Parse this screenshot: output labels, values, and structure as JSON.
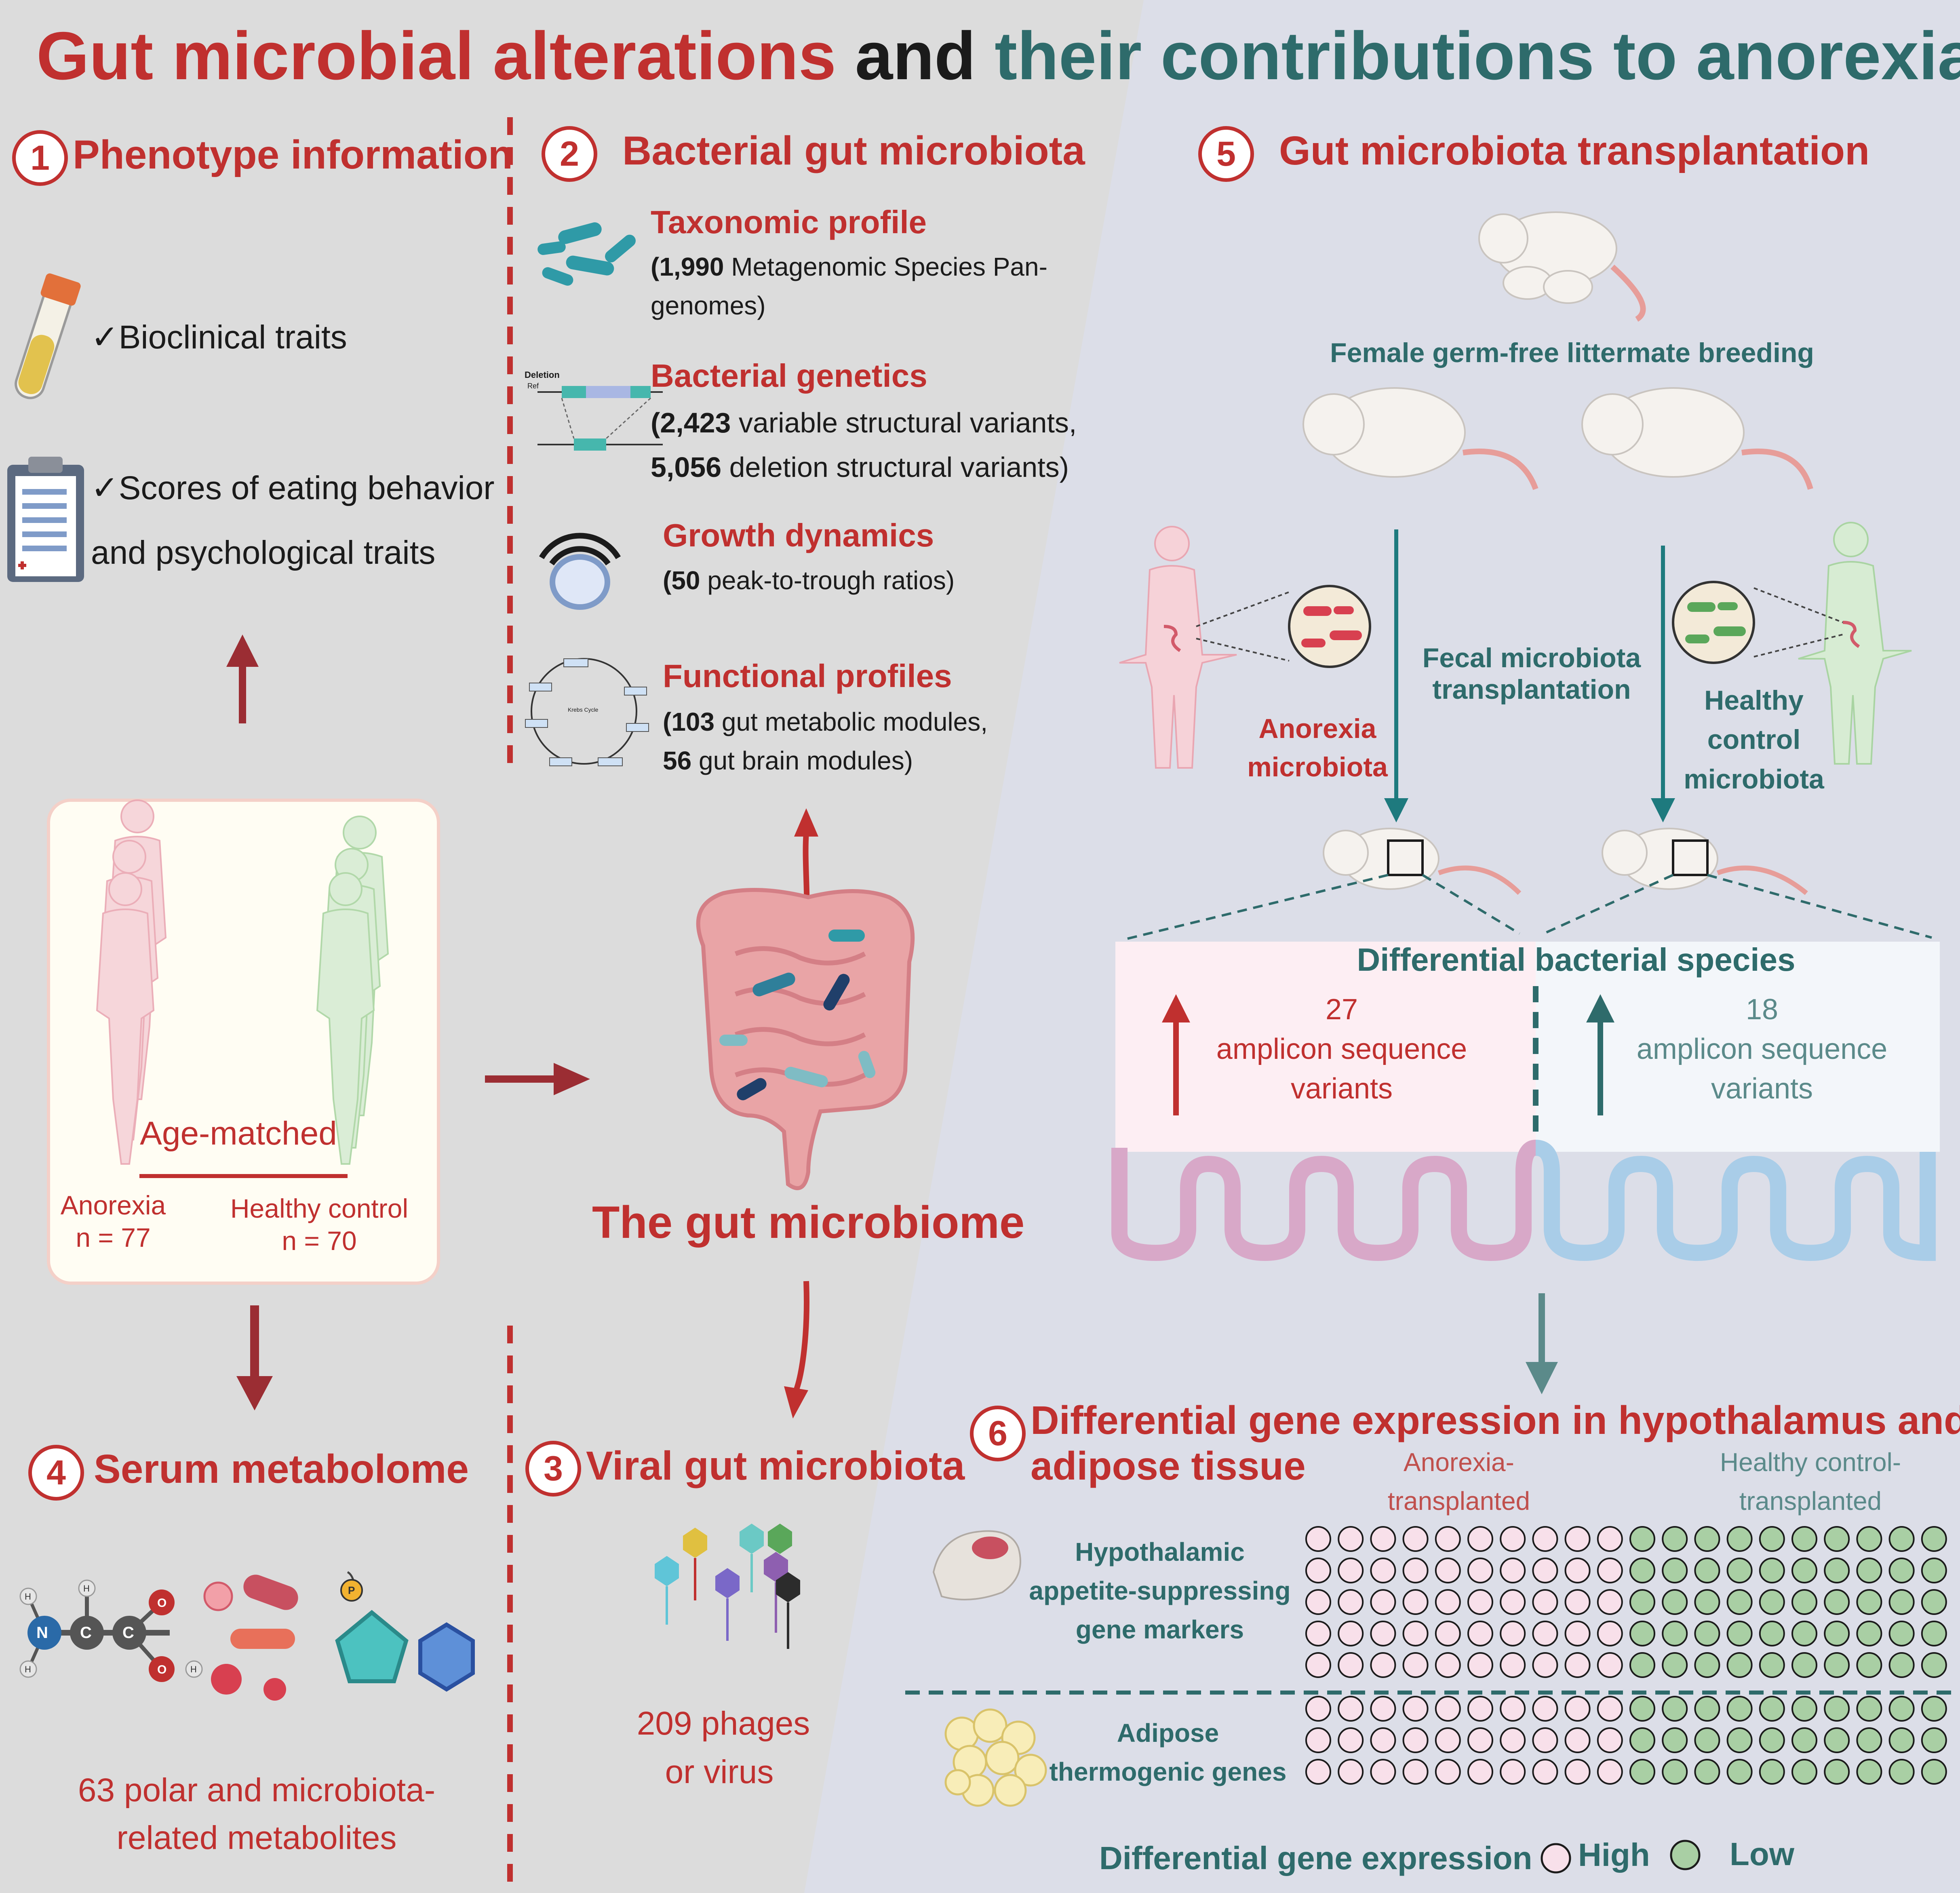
{
  "title": {
    "part1": "Gut microbial alterations",
    "part2": "and",
    "part3": "their contributions to anorexia"
  },
  "colors": {
    "red": "#c0302f",
    "teal": "#2e6b6b",
    "dark": "#1b1b1b",
    "left_bg": "#dcdcdc",
    "right_bg": "#dcdee8",
    "pink": "#f7dde4",
    "green": "#a9cfa4"
  },
  "section1": {
    "num": "1",
    "title": "Phenotype information",
    "item1": "✓Bioclinical traits",
    "item2_line1": "✓Scores of eating behavior",
    "item2_line2": "and psychological traits"
  },
  "cohort": {
    "label": "Age-matched",
    "anorexia_label": "Anorexia",
    "anorexia_n": "n = 77",
    "control_label": "Healthy control",
    "control_n": "n = 70"
  },
  "section2": {
    "num": "2",
    "title": "Bacterial gut microbiota",
    "taxonomic": {
      "title": "Taxonomic profile",
      "l1_bold": "(1,990",
      "l1_rest": "  Metagenomic Species Pan-",
      "l2": "genomes)"
    },
    "genetics": {
      "title": "Bacterial genetics",
      "l1_bold": "(2,423",
      "l1_rest": " variable structural variants,",
      "l2_bold": "5,056",
      "l2_rest": " deletion structural variants)",
      "icon_label1": "Deletion",
      "icon_label2": "Ref"
    },
    "growth": {
      "title": "Growth dynamics",
      "l1_bold": "(50",
      "l1_rest": " peak-to-trough ratios)"
    },
    "functional": {
      "title": "Functional profiles",
      "l1_bold": "(103",
      "l1_rest": " gut metabolic modules,",
      "l2_bold": "56",
      "l2_rest": " gut brain modules)",
      "icon_label": "Krebs Cycle"
    }
  },
  "center": {
    "title": "The gut microbiome"
  },
  "section3": {
    "num": "3",
    "title": "Viral gut microbiota",
    "line1": "209 phages",
    "line2": "or virus"
  },
  "section4": {
    "num": "4",
    "title": "Serum metabolome",
    "line1": "63 polar and microbiota-",
    "line2": "related metabolites",
    "atoms": {
      "h": "H",
      "n": "N",
      "c": "C",
      "o": "O",
      "p": "P"
    }
  },
  "section5": {
    "num": "5",
    "title": "Gut microbiota transplantation",
    "breeding": "Female germ-free littermate breeding",
    "fmt_line1": "Fecal microbiota",
    "fmt_line2": "transplantation",
    "anorexia_line1": "Anorexia",
    "anorexia_line2": "microbiota",
    "control_line1": "Healthy",
    "control_line2": "control",
    "control_line3": "microbiota",
    "diff_title": "Differential bacterial species",
    "left_num": "27",
    "left_l1": "amplicon  sequence",
    "left_l2": "variants",
    "right_num": "18",
    "right_l1": "amplicon  sequence",
    "right_l2": "variants"
  },
  "section6": {
    "num": "6",
    "title_l1": "Differential gene expression in hypothalamus and",
    "title_l2": "adipose tissue",
    "col1_l1": "Anorexia-",
    "col1_l2": "transplanted",
    "col2_l1": "Healthy control-",
    "col2_l2": "transplanted",
    "row1_l1": "Hypothalamic",
    "row1_l2": "appetite-suppressing",
    "row1_l2b": "gene markers",
    "row2_l1": "Adipose",
    "row2_l2": "thermogenic genes",
    "legend_title": "Differential gene expression",
    "legend_high": "High",
    "legend_low": "Low"
  }
}
